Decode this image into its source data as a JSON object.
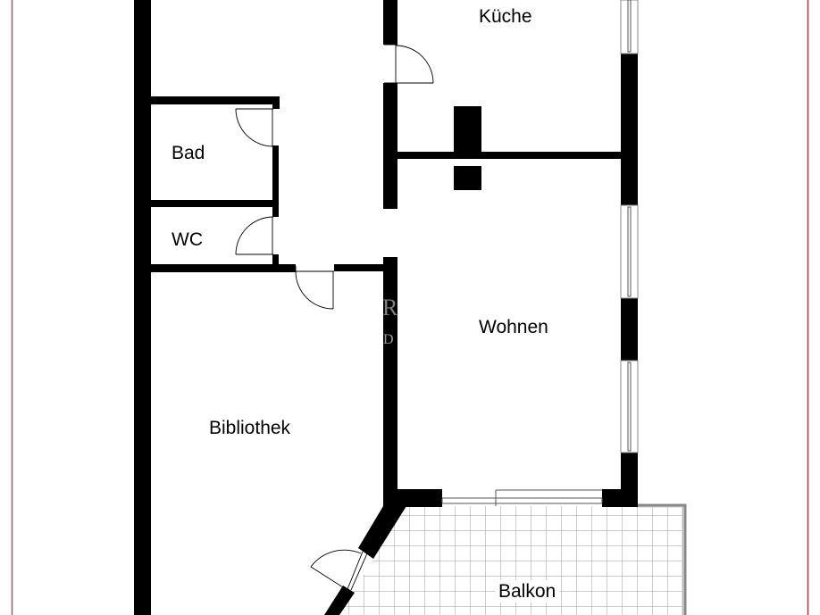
{
  "floorplan": {
    "rooms": [
      {
        "id": "kueche",
        "label": "Küche"
      },
      {
        "id": "bad",
        "label": "Bad"
      },
      {
        "id": "wc",
        "label": "WC"
      },
      {
        "id": "wohnen",
        "label": "Wohnen"
      },
      {
        "id": "bibliothek",
        "label": "Bibliothek"
      },
      {
        "id": "balkon",
        "label": "Balkon"
      }
    ],
    "watermark": {
      "text_1": "R",
      "text_2": "D"
    },
    "colors": {
      "wall": "#000000",
      "border": "#b0506a",
      "tile_grid": "#9a9a9a",
      "background": "#ffffff"
    }
  }
}
